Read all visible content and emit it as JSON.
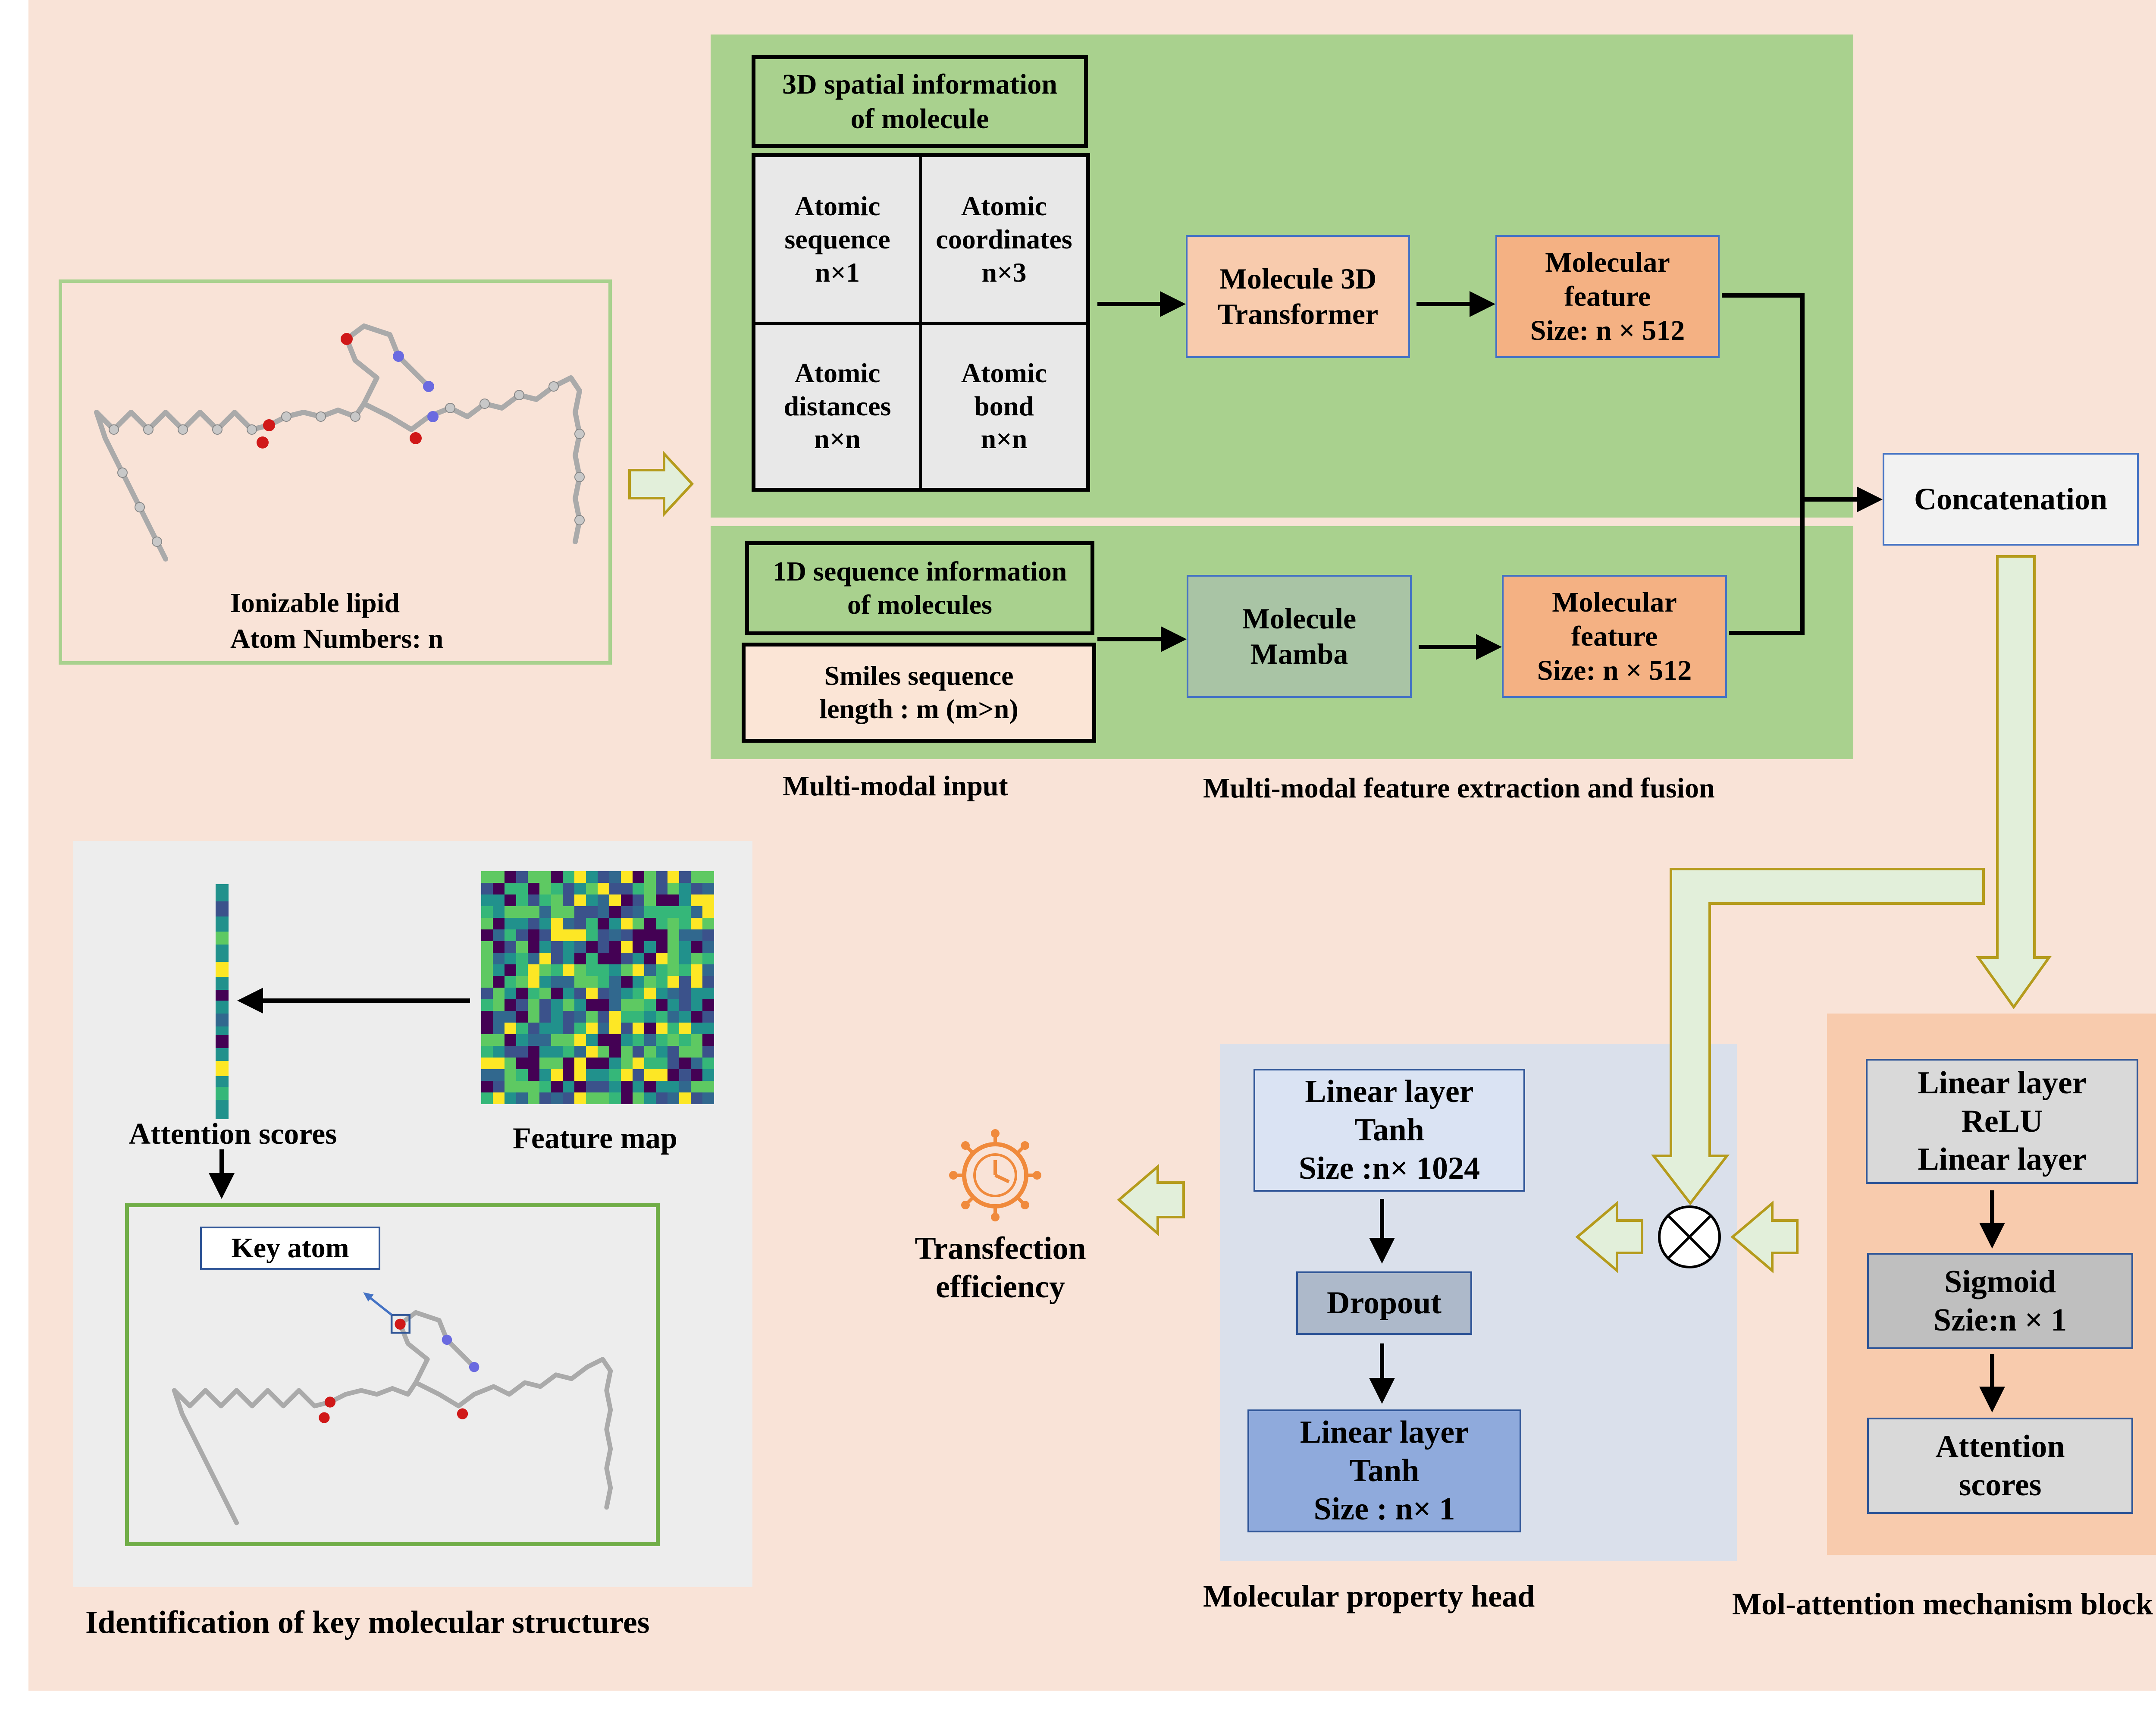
{
  "lipid_panel": {
    "title": "Ionizable lipid",
    "atoms_label": "Atom Numbers",
    "atoms_value": "n"
  },
  "spatial": {
    "header_line1": "3D spatial information",
    "header_line2": "of molecule",
    "cells": [
      {
        "line1": "Atomic",
        "line2": "sequence",
        "line3": "n×1"
      },
      {
        "line1": "Atomic",
        "line2": "coordinates",
        "line3": "n×3"
      },
      {
        "line1": "Atomic",
        "line2": "distances",
        "line3": "n×n"
      },
      {
        "line1": "Atomic",
        "line2": "bond",
        "line3": "n×n"
      }
    ]
  },
  "sequence": {
    "header_line1": "1D sequence information",
    "header_line2": "of molecules",
    "smiles_line1": "Smiles sequence",
    "smiles_line2": "length : m (m>n)"
  },
  "transformer": {
    "line1": "Molecule 3D",
    "line2": "Transformer"
  },
  "mamba": {
    "line1": "Molecule",
    "line2": "Mamba"
  },
  "feature_top": {
    "line1": "Molecular",
    "line2": "feature",
    "line3": "Size: n × 512"
  },
  "feature_bottom": {
    "line1": "Molecular",
    "line2": "feature",
    "line3": "Size: n × 512"
  },
  "concatenation": "Concatenation",
  "captions": {
    "input": "Multi-modal input",
    "fusion": "Multi-modal feature extraction and fusion",
    "identification": "Identification of key molecular structures",
    "property_head": "Molecular property head",
    "attention_block": "Mol-attention mechanism block"
  },
  "identification": {
    "attention_scores": "Attention scores",
    "feature_map": "Feature map",
    "key_atom": "Key atom"
  },
  "property_head": {
    "linear1": {
      "line1": "Linear layer",
      "line2": "Tanh",
      "line3": "Size :n× 1024"
    },
    "dropout": "Dropout",
    "linear2": {
      "line1": "Linear layer",
      "line2": "Tanh",
      "line3": "Size : n× 1"
    }
  },
  "attention_block": {
    "linear": {
      "line1": "Linear layer",
      "line2": "ReLU",
      "line3": "Linear layer"
    },
    "sigmoid": {
      "line1": "Sigmoid",
      "line2": "Szie:n × 1"
    },
    "scores": {
      "line1": "Attention",
      "line2": "scores"
    }
  },
  "output": {
    "line1": "Transfection",
    "line2": "efficiency"
  },
  "icons": {
    "multiply": "circled-times-icon",
    "virus": "virus-clock-icon",
    "molecule": "lipid-molecule-icon",
    "flow_arrow": "hollow-arrow-icon"
  },
  "colors": {
    "background": "#f9e3d7",
    "green_panel": "#a9d18e",
    "orange": "#f4b183",
    "light_orange": "#f8cbad",
    "mamba": "#a9c4a5",
    "blue_panel": "#dae0eb",
    "blue_box": "#8faadc",
    "grey_panel": "#ededed",
    "grey_box": "#d9d9d9",
    "sigmoid_box": "#bfbfbf",
    "hollow_arrow_fill": "#e2efda",
    "hollow_arrow_stroke": "#b59b1c",
    "virus": "#f08a3c"
  }
}
